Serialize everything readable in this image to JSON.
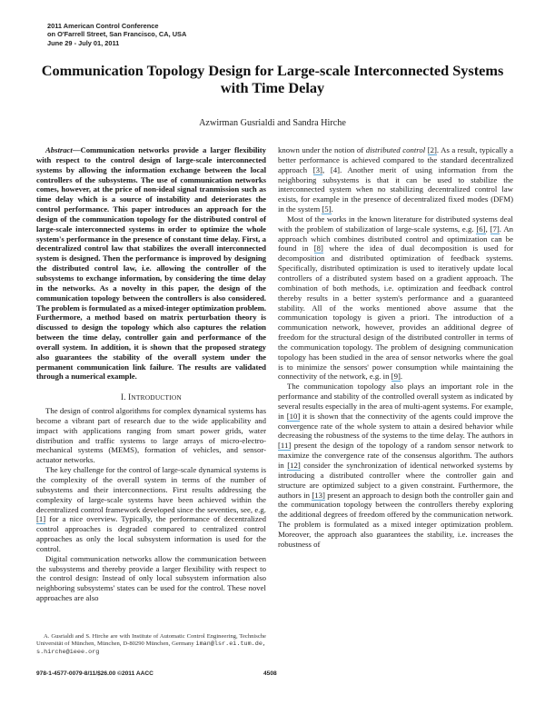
{
  "conference": {
    "line1": "2011 American Control Conference",
    "line2": "on O'Farrell Street, San Francisco, CA, USA",
    "line3": "June 29 - July 01, 2011"
  },
  "paper": {
    "title": "Communication Topology Design for Large-scale Interconnected Systems with Time Delay",
    "authors": "Azwirman Gusrialdi and Sandra Hirche"
  },
  "abstract": {
    "label": "Abstract",
    "dash": "—",
    "text": "Communication networks provide a larger flexibility with respect to the control design of large-scale interconnected systems by allowing the information exchange between the local controllers of the subsystems. The use of communication networks comes, however, at the price of non-ideal signal tranmission such as time delay which is a source of instability and deteriorates the control performance. This paper introduces an approach for the design of the communication topology for the distributed control of large-scale interconnected systems in order to optimize the whole system's performance in the presence of constant time delay. First, a decentralized control law that stabilizes the overall interconnected system is designed. Then the performance is improved by designing the distributed control law, i.e. allowing the controller of the subsystems to exchange information, by considering the time delay in the networks. As a novelty in this paper, the design of the communication topology between the controllers is also considered. The problem is formulated as a mixed-integer optimization problem. Furthermore, a method based on matrix perturbation theory is discussed to design the topology which also captures the relation between the time delay, controller gain and performance of the overall system. In addition, it is shown that the proposed strategy also guarantees the stability of the overall system under the permanent communication link failure. The results are validated through a numerical example."
  },
  "section1": {
    "number": "I. ",
    "title_first": "I",
    "title_rest": "NTRODUCTION"
  },
  "left_paragraphs": {
    "p1": "The design of control algorithms for complex dynamical systems has become a vibrant part of research due to the wide applicability and impact with applications ranging from smart power grids, water distribution and traffic systems to large arrays of micro-electro-mechanical systems (MEMS), formation of vehicles, and sensor-actuator networks.",
    "p2_a": "The key challenge for the control of large-scale dynamical systems is the complexity of the overall system in terms of the number of subsystems and their interconnections. First results addressing the complexity of large-scale systems have been achieved within the decentralized control framework developed since the seventies, see, e.g. ",
    "p2_b": " for a nice overview. Typically, the performance of decentralized control approaches is degraded compared to centralized control approaches as only the local subsystem information is used for the control.",
    "p3": "Digital communication networks allow the communication between the subsystems and thereby provide a larger flexibility with respect to the control design: Instead of only local subsystem information also neighboring subsystems' states can be used for the control. These novel approaches are also"
  },
  "right_paragraphs": {
    "p1_a": "known under the notion of ",
    "p1_em": "distributed control",
    "p1_b": ". As a result, typically a better performance is achieved compared to the standard decentralized approach ",
    "p1_c": ", ",
    "p1_d": ". Another merit of using information from the neighboring subsystems is that it can be used to stabilize the interconnected system when no stabilizing decentralized control law exists, for example in the presence of decentralized fixed modes (DFM) in the system ",
    "p1_e": ".",
    "p2_a": "Most of the works in the known literature for distributed systems deal with the problem of stabilization of large-scale systems, e.g. ",
    "p2_b": ", ",
    "p2_c": ". An approach which combines distributed control and optimization can be found in ",
    "p2_d": " where the idea of dual decomposition is used for decomposition and distributed optimization of feedback systems. Specifically, distributed optimization is used to iteratively update local controllers of a distributed system based on a gradient approach. The combination of both methods, i.e. optimization and feedback control thereby results in a better system's performance and a guaranteed stability. All of the works mentioned above assume that the communication topology is given a priori. The introduction of a communication network, however, provides an additional degree of freedom for the structural design of the distributed controller in terms of the communication topology. The problem of designing communication topology has been studied in the area of sensor networks where the goal is to minimize the sensors' power consumption while maintaining the connectivity of the network, e.g. in ",
    "p2_e": ".",
    "p3_a": "The communication topology also plays an important role in the performance and stability of the controlled overall system as indicated by several results especially in the area of multi-agent systems. For example, in ",
    "p3_b": " it is shown that the connectivity of the agents could improve the convergence rate of the whole system to attain a desired behavior while decreasing the robustness of the systems to the time delay. The authors in ",
    "p3_c": " present the design of the topology of a random sensor network to maximize the convergence rate of the consensus algorithm. The authors in ",
    "p3_d": " consider the synchronization of identical networked systems by introducing a distributed controller where the controller gain and structure are optimized subject to a given constraint. Furthermore, the authors in ",
    "p3_e": " present an approach to design both the controller gain and the communication topology between the controllers thereby exploring the additional degrees of freedom offered by the communication network. The problem is formulated as a mixed integer optimization problem. Moreover, the approach also guarantees the stability, i.e. increases the robustness of"
  },
  "citations": {
    "c1": "[1]",
    "c2": "[2]",
    "c3": "[3]",
    "c4": "[4]",
    "c5": "[5]",
    "c6": "[6]",
    "c7": "[7]",
    "c8": "[8]",
    "c9": "[9]",
    "c10": "[10]",
    "c11": "[11]",
    "c12": "[12]",
    "c13": "[13]"
  },
  "footnote": {
    "text": "A. Gusrialdi and S. Hirche are with Institute of Automatic Control Engineering, Technische Universität of München, München, D-80290 München, Germany ",
    "emails": "iman@lsr.ei.tum.de, s.hirche@ieee.org"
  },
  "footer": {
    "isbn": "978-1-4577-0079-8/11/$26.00 ©2011 AACC",
    "page_number": "4508"
  },
  "colors": {
    "citation_underline": "#5aa7d8",
    "text": "#1a1a1a"
  }
}
